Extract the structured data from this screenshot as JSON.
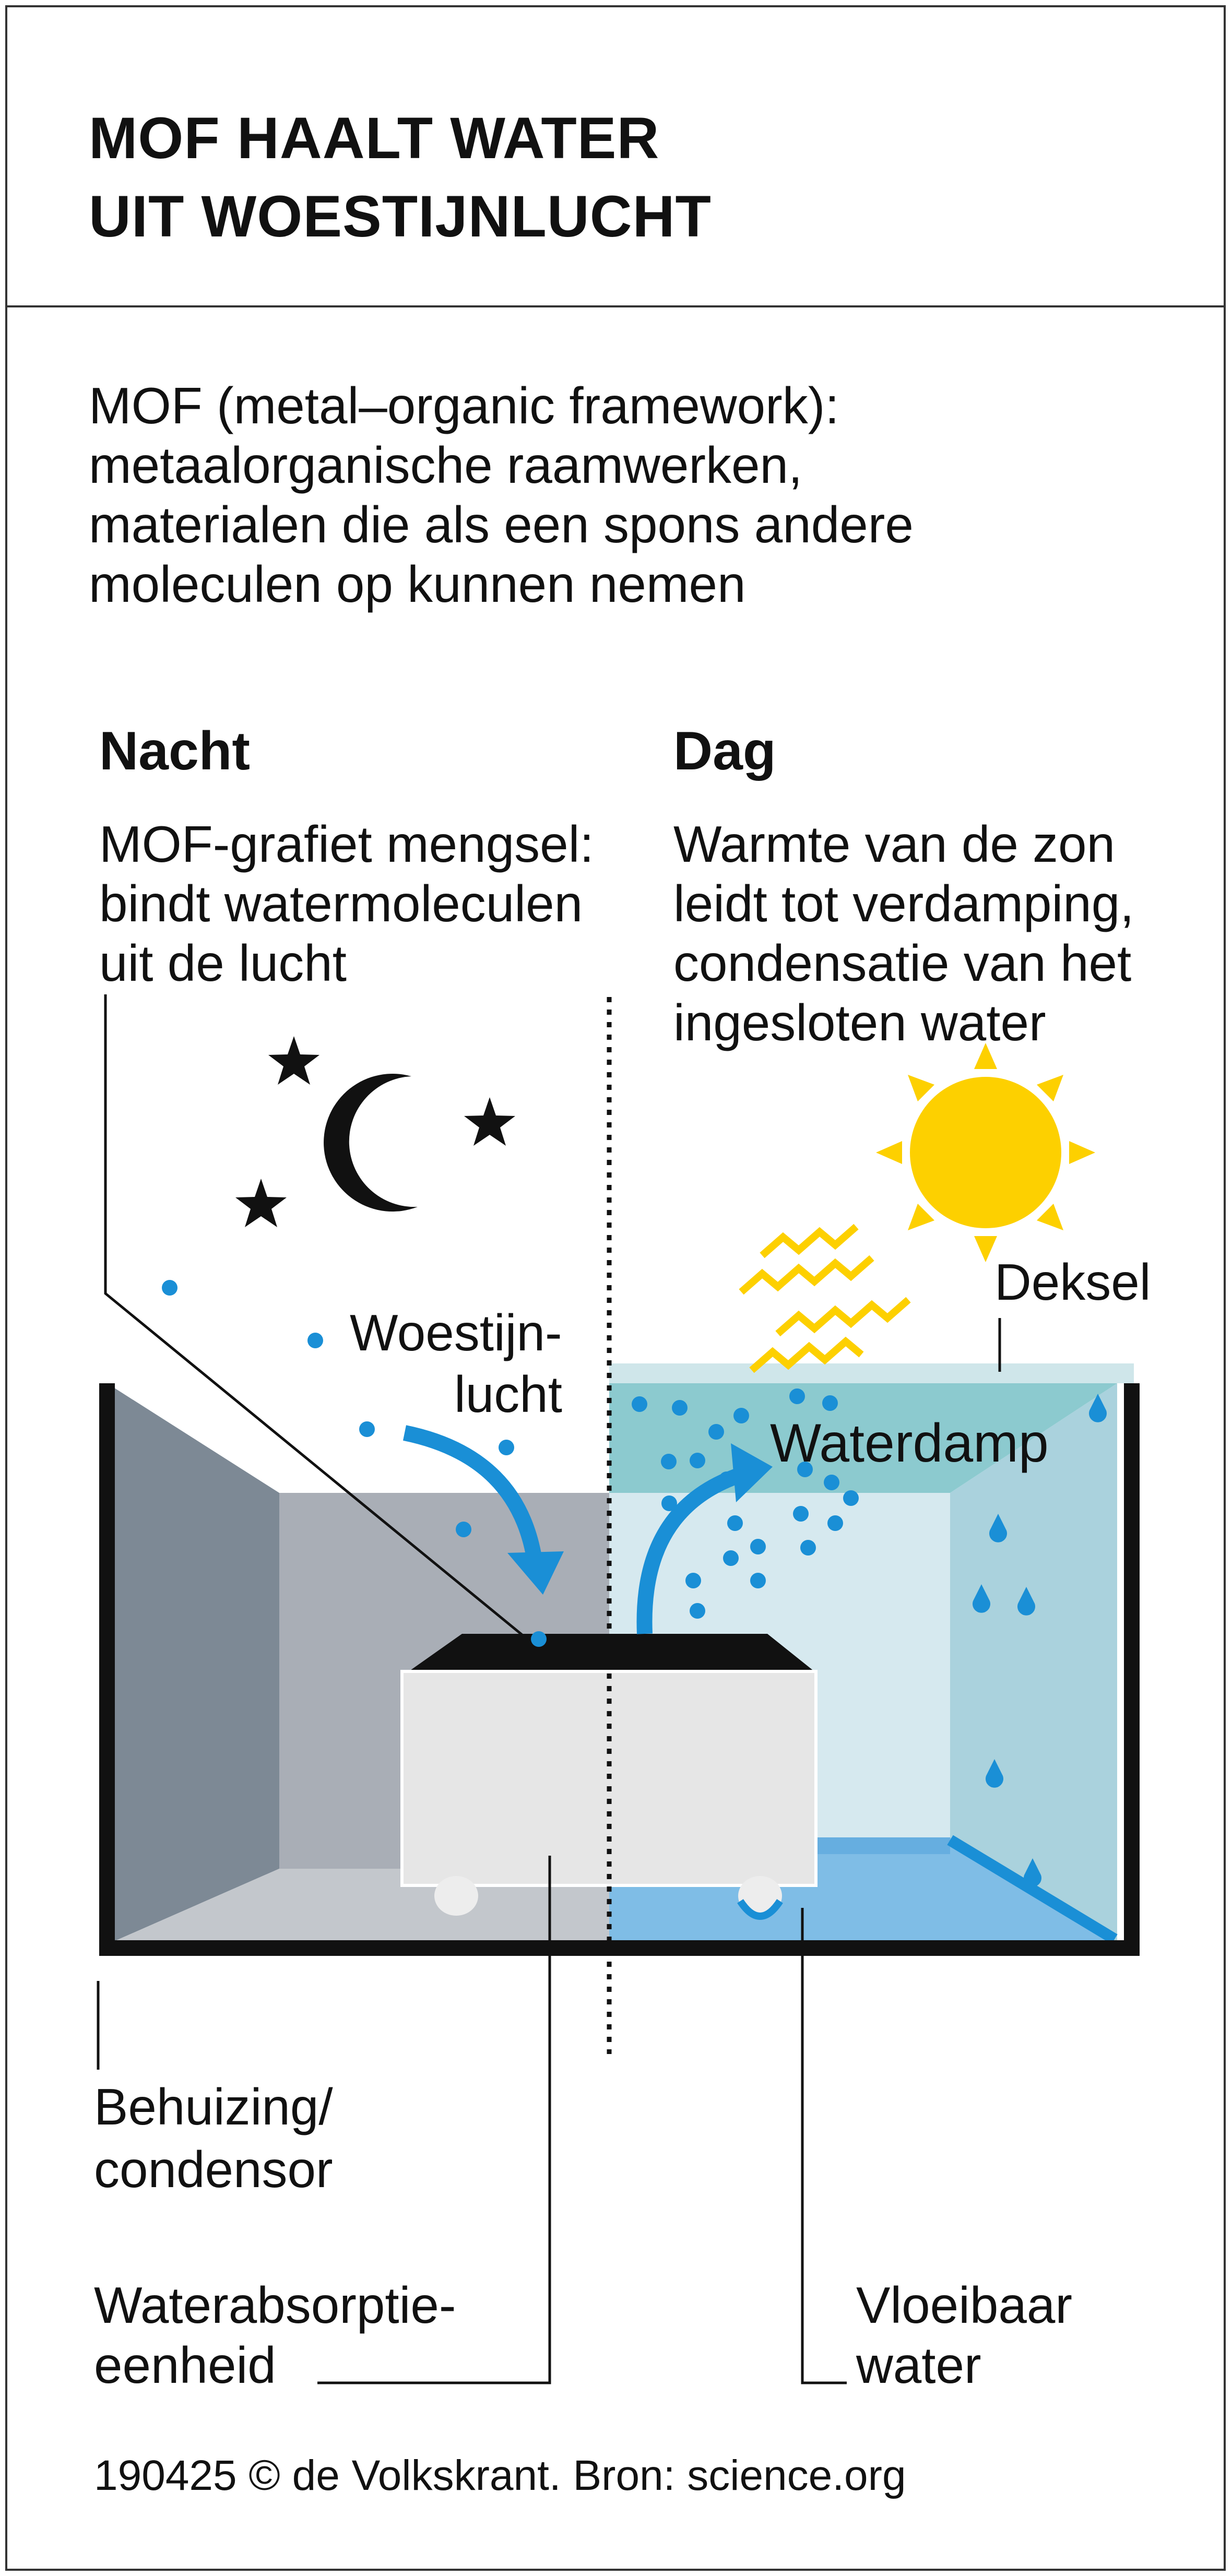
{
  "title": {
    "line1": "MOF HAALT WATER",
    "line2": "UIT WOESTIJNLUCHT"
  },
  "intro": {
    "line1": "MOF (metal–organic framework):",
    "line2": "metaalorganische raamwerken,",
    "line3": "materialen die als een spons andere",
    "line4": "moleculen op kunnen nemen"
  },
  "night": {
    "heading": "Nacht",
    "line1": "MOF-grafiet mengsel:",
    "line2": "bindt watermoleculen",
    "line3": "uit de lucht"
  },
  "day": {
    "heading": "Dag",
    "line1": "Warmte van de zon",
    "line2": "leidt tot verdamping,",
    "line3": "condensatie van het",
    "line4": "ingesloten water"
  },
  "labels": {
    "desert_air_1": "Woestijn-",
    "desert_air_2": "lucht",
    "lid": "Deksel",
    "vapor": "Waterdamp",
    "housing_1": "Behuizing/",
    "housing_2": "condensor",
    "absorption_1": "Waterabsorptie-",
    "absorption_2": "eenheid",
    "liquid_1": "Vloeibaar",
    "liquid_2": "water"
  },
  "footer": "190425 © de Volkskrant. Bron: science.org",
  "colors": {
    "water_blue": "#1a8fd6",
    "sun_yellow": "#fdd000",
    "night_gray_dark": "#7d8995",
    "night_gray_mid": "#a9aeb6",
    "night_gray_floor": "#c3c7cc",
    "day_wall_light": "#d6e9ef",
    "day_wall_side": "#aad2dd",
    "vapor_teal": "#8ccacf",
    "liquid_blue": "#7fbde6",
    "unit_white": "#e6e6e6"
  }
}
